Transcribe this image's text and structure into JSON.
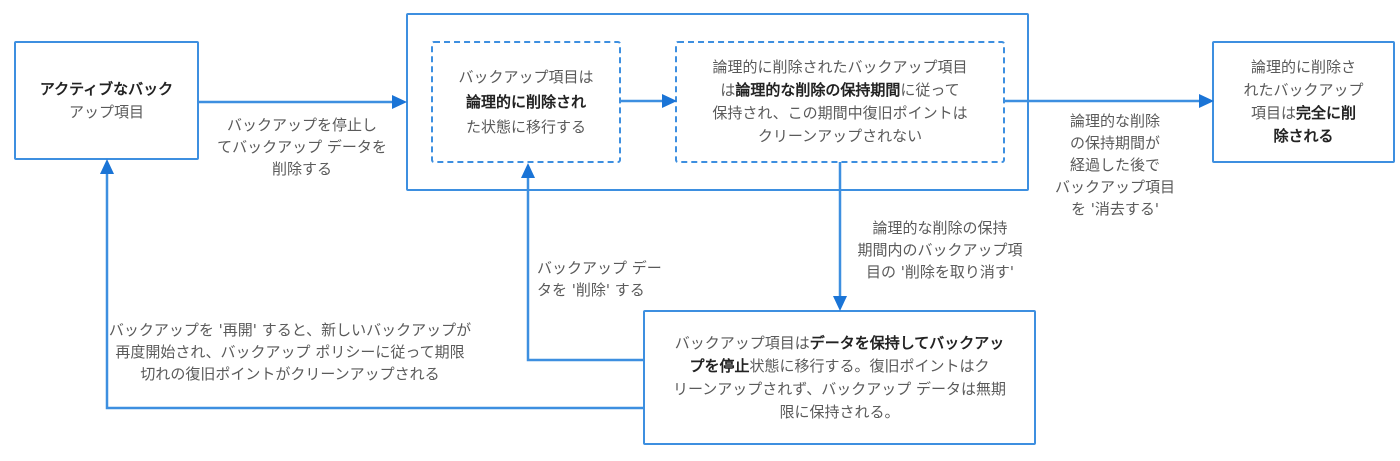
{
  "colors": {
    "connector": "#3d8fe0",
    "arrowhead": "#1a74d6",
    "text": "#5a5a5a",
    "bold_text": "#222222"
  },
  "nodes": {
    "active_item": {
      "lines": [
        [
          {
            "text": "アクティブなバック",
            "bold": true
          }
        ],
        [
          {
            "text": "アップ項目",
            "bold": false
          }
        ]
      ]
    },
    "soft_deleted_state": {
      "lines": [
        [
          {
            "text": "バックアップ項目は",
            "bold": false
          }
        ],
        [
          {
            "text": "論理的に削除され",
            "bold": true
          }
        ],
        [
          {
            "text": "た状態に移行する",
            "bold": false
          }
        ]
      ]
    },
    "retention_period": {
      "lines": [
        [
          {
            "text": "論理的に削除されたバックアップ項目",
            "bold": false
          }
        ],
        [
          {
            "text": "は",
            "bold": false
          },
          {
            "text": "論理的な削除の保持期間",
            "bold": true
          },
          {
            "text": "に従って",
            "bold": false
          }
        ],
        [
          {
            "text": "保持され、この期間中復旧ポイントは",
            "bold": false
          }
        ],
        [
          {
            "text": "クリーンアップされない",
            "bold": false
          }
        ]
      ]
    },
    "permanently_deleted": {
      "lines": [
        [
          {
            "text": "論理的に削除さ",
            "bold": false
          }
        ],
        [
          {
            "text": "れたバックアップ",
            "bold": false
          }
        ],
        [
          {
            "text": "項目は",
            "bold": false
          },
          {
            "text": "完全に削",
            "bold": true
          }
        ],
        [
          {
            "text": "除される",
            "bold": true
          }
        ]
      ]
    },
    "stop_backup_retain_data": {
      "lines": [
        [
          {
            "text": "バックアップ項目は",
            "bold": false
          },
          {
            "text": "データを保持してバックアッ",
            "bold": true
          }
        ],
        [
          {
            "text": "プを停止",
            "bold": true
          },
          {
            "text": "状態に移行する。復旧ポイントはク",
            "bold": false
          }
        ],
        [
          {
            "text": "リーンアップされず、バックアップ データは無期",
            "bold": false
          }
        ],
        [
          {
            "text": "限に保持される。",
            "bold": false
          }
        ]
      ]
    }
  },
  "edge_labels": {
    "stop_and_delete": [
      "バックアップを停止し",
      "てバックアップ データを",
      "削除する"
    ],
    "purge_after_retention": [
      "論理的な削除",
      "の保持期間が",
      "経過した後で",
      "バックアップ項目",
      "を '消去する'"
    ],
    "undelete": [
      "論理的な削除の保持",
      "期間内のバックアップ項",
      "目の '削除を取り消す'"
    ],
    "delete_backup_data": [
      "バックアップ デー",
      "タを '削除' する"
    ],
    "resume_backup": [
      "バックアップを '再開' すると、新しいバックアップが",
      "再度開始され、バックアップ ポリシーに従って期限",
      "切れの復旧ポイントがクリーンアップされる"
    ]
  }
}
